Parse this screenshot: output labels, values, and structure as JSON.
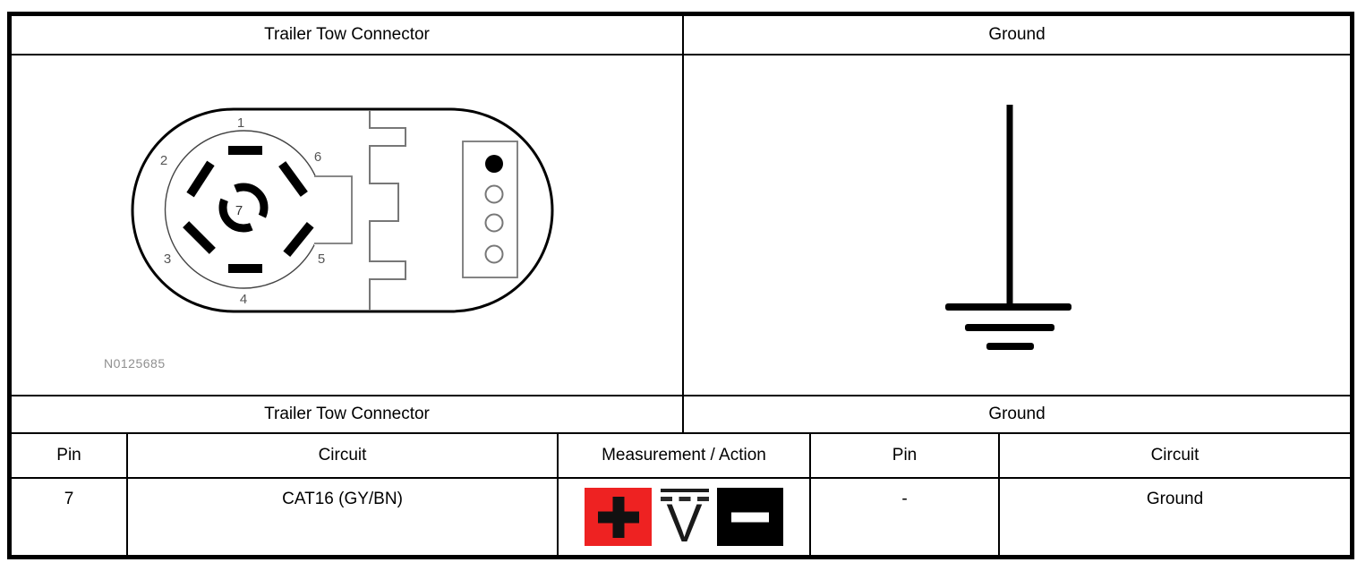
{
  "table": {
    "header_row": {
      "left": "Trailer Tow Connector",
      "right": "Ground"
    },
    "subheader_row": {
      "left": "Trailer Tow Connector",
      "right": "Ground"
    },
    "column_headers": {
      "pin_left": "Pin",
      "circuit_left": "Circuit",
      "measurement": "Measurement / Action",
      "pin_right": "Pin",
      "circuit_right": "Circuit"
    },
    "data_row": {
      "pin_left": "7",
      "circuit_left": "CAT16 (GY/BN)",
      "pin_right": "-",
      "circuit_right": "Ground"
    }
  },
  "connector_diagram": {
    "figure_id": "N0125685",
    "pins": [
      "1",
      "2",
      "3",
      "4",
      "5",
      "6",
      "7"
    ]
  },
  "measurement_icons": {
    "positive_label": "+",
    "voltmeter_label": "V",
    "negative_label": "-",
    "positive_color": "#ee2222",
    "negative_color": "#000000"
  }
}
